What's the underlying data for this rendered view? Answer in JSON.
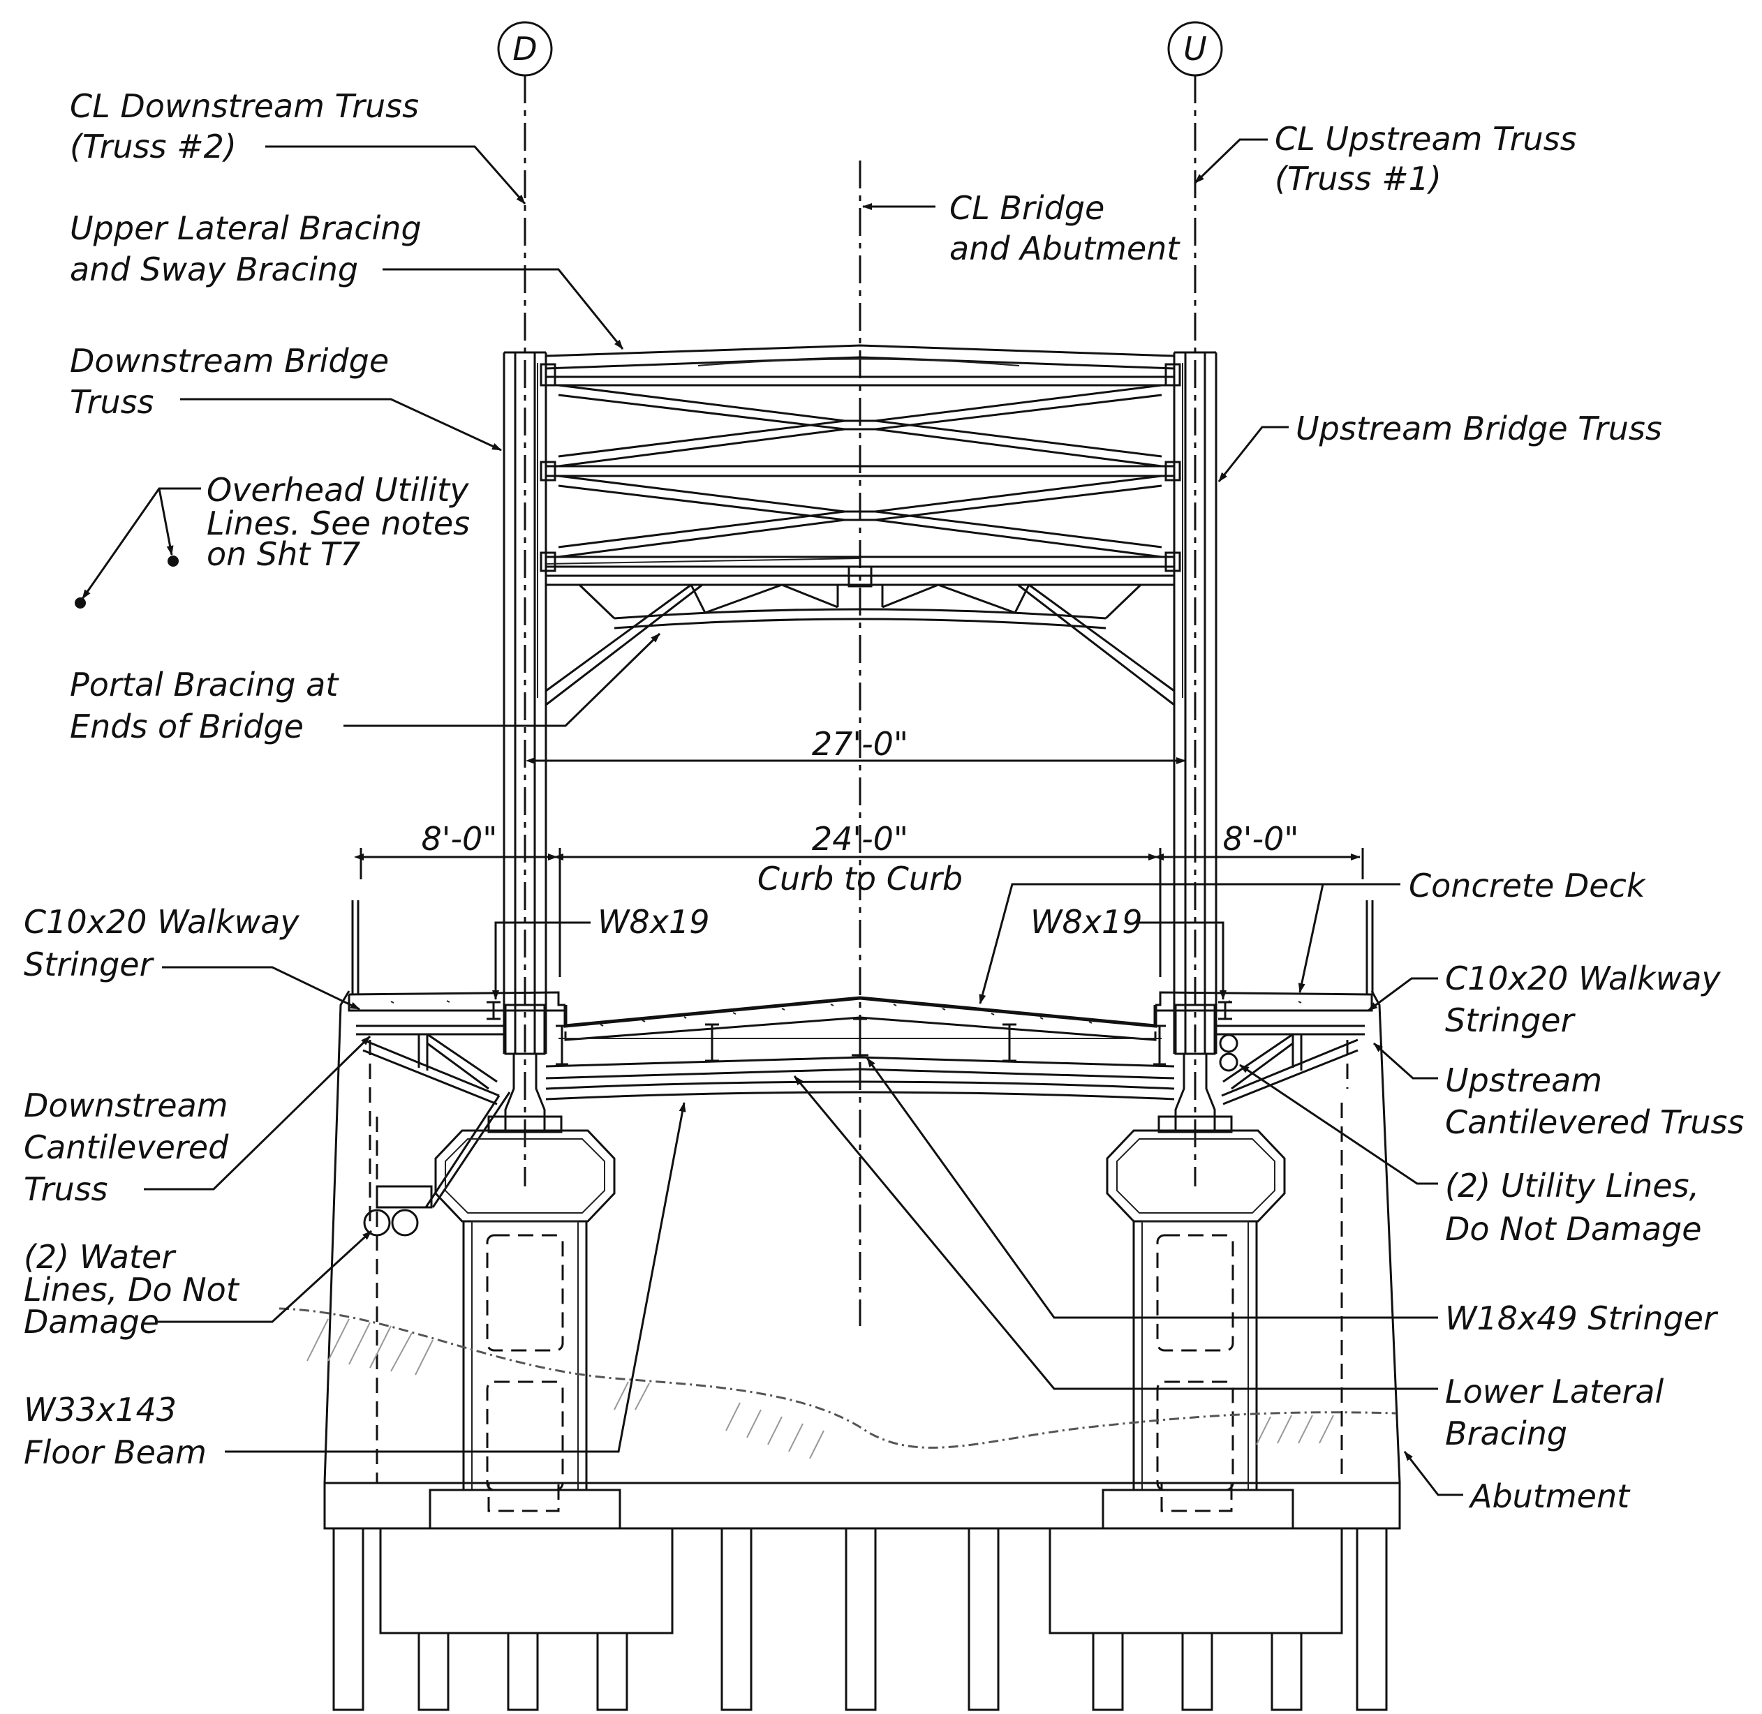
{
  "grid_markers": {
    "downstream": "D",
    "upstream": "U"
  },
  "labels": {
    "cl_downstream_truss": [
      "CL Downstream Truss",
      "(Truss #2)"
    ],
    "cl_upstream_truss": [
      "CL Upstream Truss",
      "(Truss #1)"
    ],
    "cl_bridge": [
      "CL Bridge",
      "and Abutment"
    ],
    "upper_lateral_bracing": [
      "Upper Lateral Bracing",
      "and Sway Bracing"
    ],
    "downstream_bridge_truss": [
      "Downstream Bridge",
      "Truss"
    ],
    "upstream_bridge_truss": [
      "Upstream Bridge Truss"
    ],
    "overhead_utility": [
      "Overhead Utility",
      "Lines. See notes",
      "on Sht T7"
    ],
    "portal_bracing": [
      "Portal Bracing at",
      "Ends of Bridge"
    ],
    "concrete_deck": [
      "Concrete Deck"
    ],
    "walkway_stringer_left": [
      "C10x20 Walkway",
      "Stringer"
    ],
    "walkway_stringer_right": [
      "C10x20 Walkway",
      "Stringer"
    ],
    "w8x19_left": [
      "W8x19"
    ],
    "w8x19_right": [
      "W8x19"
    ],
    "downstream_cantilevered_truss": [
      "Downstream",
      "Cantilevered",
      "Truss"
    ],
    "upstream_cantilevered_truss": [
      "Upstream",
      "Cantilevered Truss"
    ],
    "water_lines": [
      "(2) Water",
      "Lines, Do Not",
      "Damage"
    ],
    "utility_lines": [
      "(2) Utility Lines,",
      "Do Not Damage"
    ],
    "w18x49_stringer": [
      "W18x49 Stringer"
    ],
    "lower_lateral_bracing": [
      "Lower Lateral",
      "Bracing"
    ],
    "floor_beam": [
      "W33x143",
      "Floor Beam"
    ],
    "abutment": [
      "Abutment"
    ]
  },
  "dimensions": {
    "truss_spacing": "27'-0\"",
    "curb_to_curb": "24'-0\"",
    "curb_to_curb_note": "Curb to Curb",
    "walkway_left": "8'-0\"",
    "walkway_right": "8'-0\""
  }
}
